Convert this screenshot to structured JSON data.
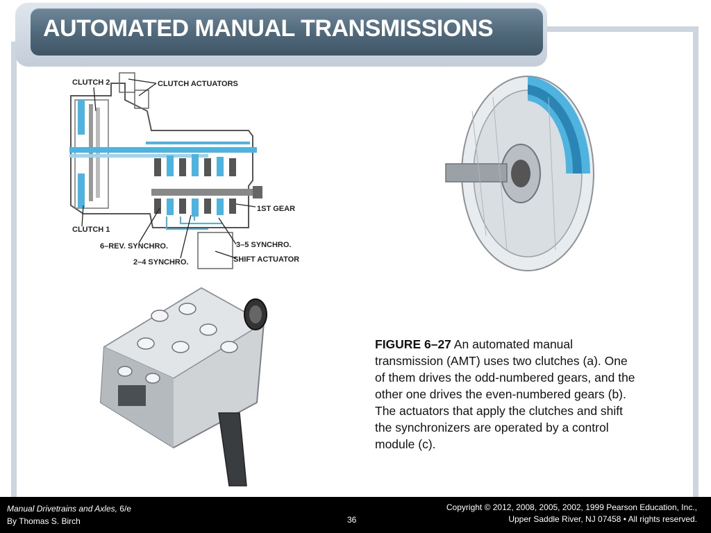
{
  "title": "AUTOMATED MANUAL TRANSMISSIONS",
  "figure_a": {
    "labels": {
      "clutch2": "CLUTCH 2",
      "clutch_actuators": "CLUTCH ACTUATORS",
      "first_gear": "1ST GEAR",
      "clutch1": "CLUTCH 1",
      "rev_synchro": "6–REV. SYNCHRO.",
      "synchro_35": "3–5 SYNCHRO.",
      "synchro_24": "2–4 SYNCHRO.",
      "shift_actuator": "SHIFT ACTUATOR"
    }
  },
  "caption": {
    "figure_number": "FIGURE 6–27",
    "text": " An automated manual transmission (AMT) uses two clutches (a). One of them drives the odd-numbered gears, and the other one drives the even-numbered gears (b). The actuators that apply the clutches and shift the synchronizers are operated by a control module (c)."
  },
  "footer": {
    "book_title": "Manual Drivetrains and Axles,",
    "edition": " 6/e",
    "author": "By Thomas S. Birch",
    "page_number": "36",
    "copyright": "Copyright © 2012, 2008, 2005, 2002, 1999 Pearson Education, Inc.,",
    "publisher": "Upper Saddle River, NJ 07458 • All rights reserved."
  },
  "colors": {
    "title_bar": "#4f6879",
    "frame": "#cdd6df",
    "highlight_blue": "#4fb3e0",
    "footer_bg": "#000000"
  }
}
